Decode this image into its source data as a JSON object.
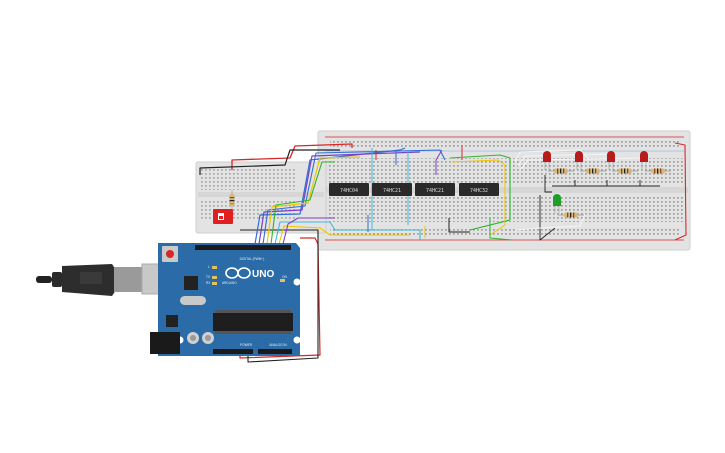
{
  "board": {
    "brand": "ARDUINO",
    "model": "UNO",
    "digital_header": "DIGITAL (PWM~)",
    "power_header": "POWER",
    "analog_header": "ANALOG IN",
    "on_label": "ON",
    "tx_label": "TX",
    "rx_label": "RX",
    "l_label": "L"
  },
  "chips": [
    {
      "label": "74HC04"
    },
    {
      "label": "74HC21"
    },
    {
      "label": "74HC21"
    },
    {
      "label": "74HC32"
    }
  ],
  "leds": {
    "red_count": 4,
    "green_count": 1
  },
  "colors": {
    "breadboard": "#e6e6e6",
    "arduino": "#2b6ca8",
    "wire_red": "#d62828",
    "wire_black": "#222222",
    "wire_blue": "#2f6fd6",
    "wire_purple": "#7b3fc6",
    "wire_yellow": "#f2c500",
    "wire_green": "#2fb52f",
    "wire_cyan": "#3fb8d8",
    "wire_white": "#f5f5f5",
    "led_red": "#b81b1b",
    "led_green": "#1f9e2a",
    "dip_switch": "#e02020"
  }
}
